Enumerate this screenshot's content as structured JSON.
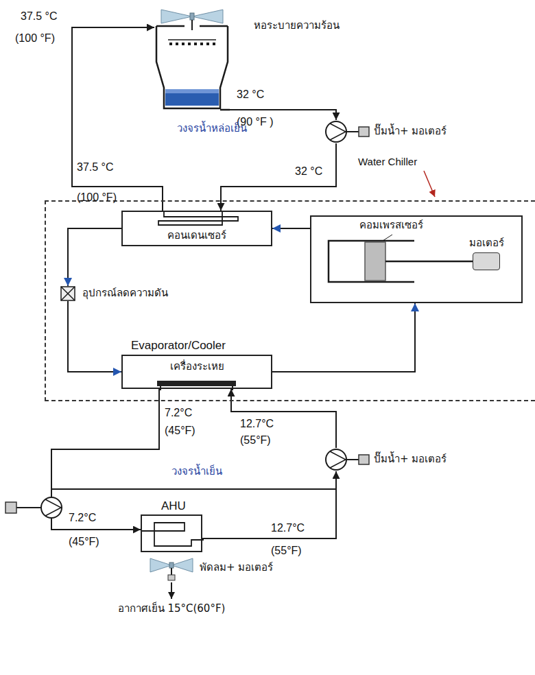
{
  "diagram": {
    "nodes": [
      {
        "text": [
          "หอระบายความร้อน"
        ]
      },
      {
        "text": [
          "ปั๊มน้ำ+ มอเตอร์"
        ]
      },
      {
        "text": [
          "Water Chiller"
        ]
      },
      {
        "text": [
          "คอนเดนเซอร์"
        ],
        "in": 2
      },
      {
        "text": [
          "คอมเพรสเซอร์"
        ],
        "in": 2
      },
      {
        "text": [
          "มอเตอร์"
        ],
        "in": 4
      },
      {
        "text": [
          "อุปกรณ์ลดความดัน"
        ],
        "in": 2
      },
      {
        "text": [
          "Evaporator/Cooler",
          "เครื่องระเหย"
        ],
        "in": 2
      },
      {
        "text": [
          "ปั๊มน้ำ+ มอเตอร์"
        ]
      },
      {
        "text": [
          "AHU"
        ]
      },
      {
        "text": [
          "พัดลม+ มอเตอร์"
        ]
      }
    ],
    "edges": [
      {
        "from": 0,
        "to": 1,
        "arrow": "to"
      },
      {
        "from": 1,
        "to": 3,
        "arrow": "to"
      },
      {
        "from": 3,
        "to": 0,
        "arrow": "to"
      },
      {
        "from": 4,
        "to": 3,
        "arrow": "to"
      },
      {
        "from": 3,
        "to": 6,
        "arrow": "to"
      },
      {
        "from": 6,
        "to": 7,
        "arrow": "to"
      },
      {
        "from": 7,
        "to": 4,
        "arrow": "to"
      },
      {
        "from": 7,
        "to": 9,
        "arrow": "to"
      },
      {
        "from": 9,
        "to": 8,
        "arrow": "to"
      },
      {
        "from": 8,
        "to": 7,
        "arrow": "to"
      }
    ],
    "labels": [
      "37.5 °C",
      "(100 °F)",
      "32 °C",
      "(90 °F )",
      "37.5 °C",
      "(100 °F)",
      "32 °C",
      "วงจรน้ำหล่อเย็น",
      "7.2°C",
      "(45°F)",
      "12.7°C",
      "(55°F)",
      "วงจรน้ำเย็น",
      "7.2°C",
      "(45°F)",
      "12.7°C",
      "(55°F)",
      "อากาศเย็น 15°C(60°F)"
    ]
  }
}
